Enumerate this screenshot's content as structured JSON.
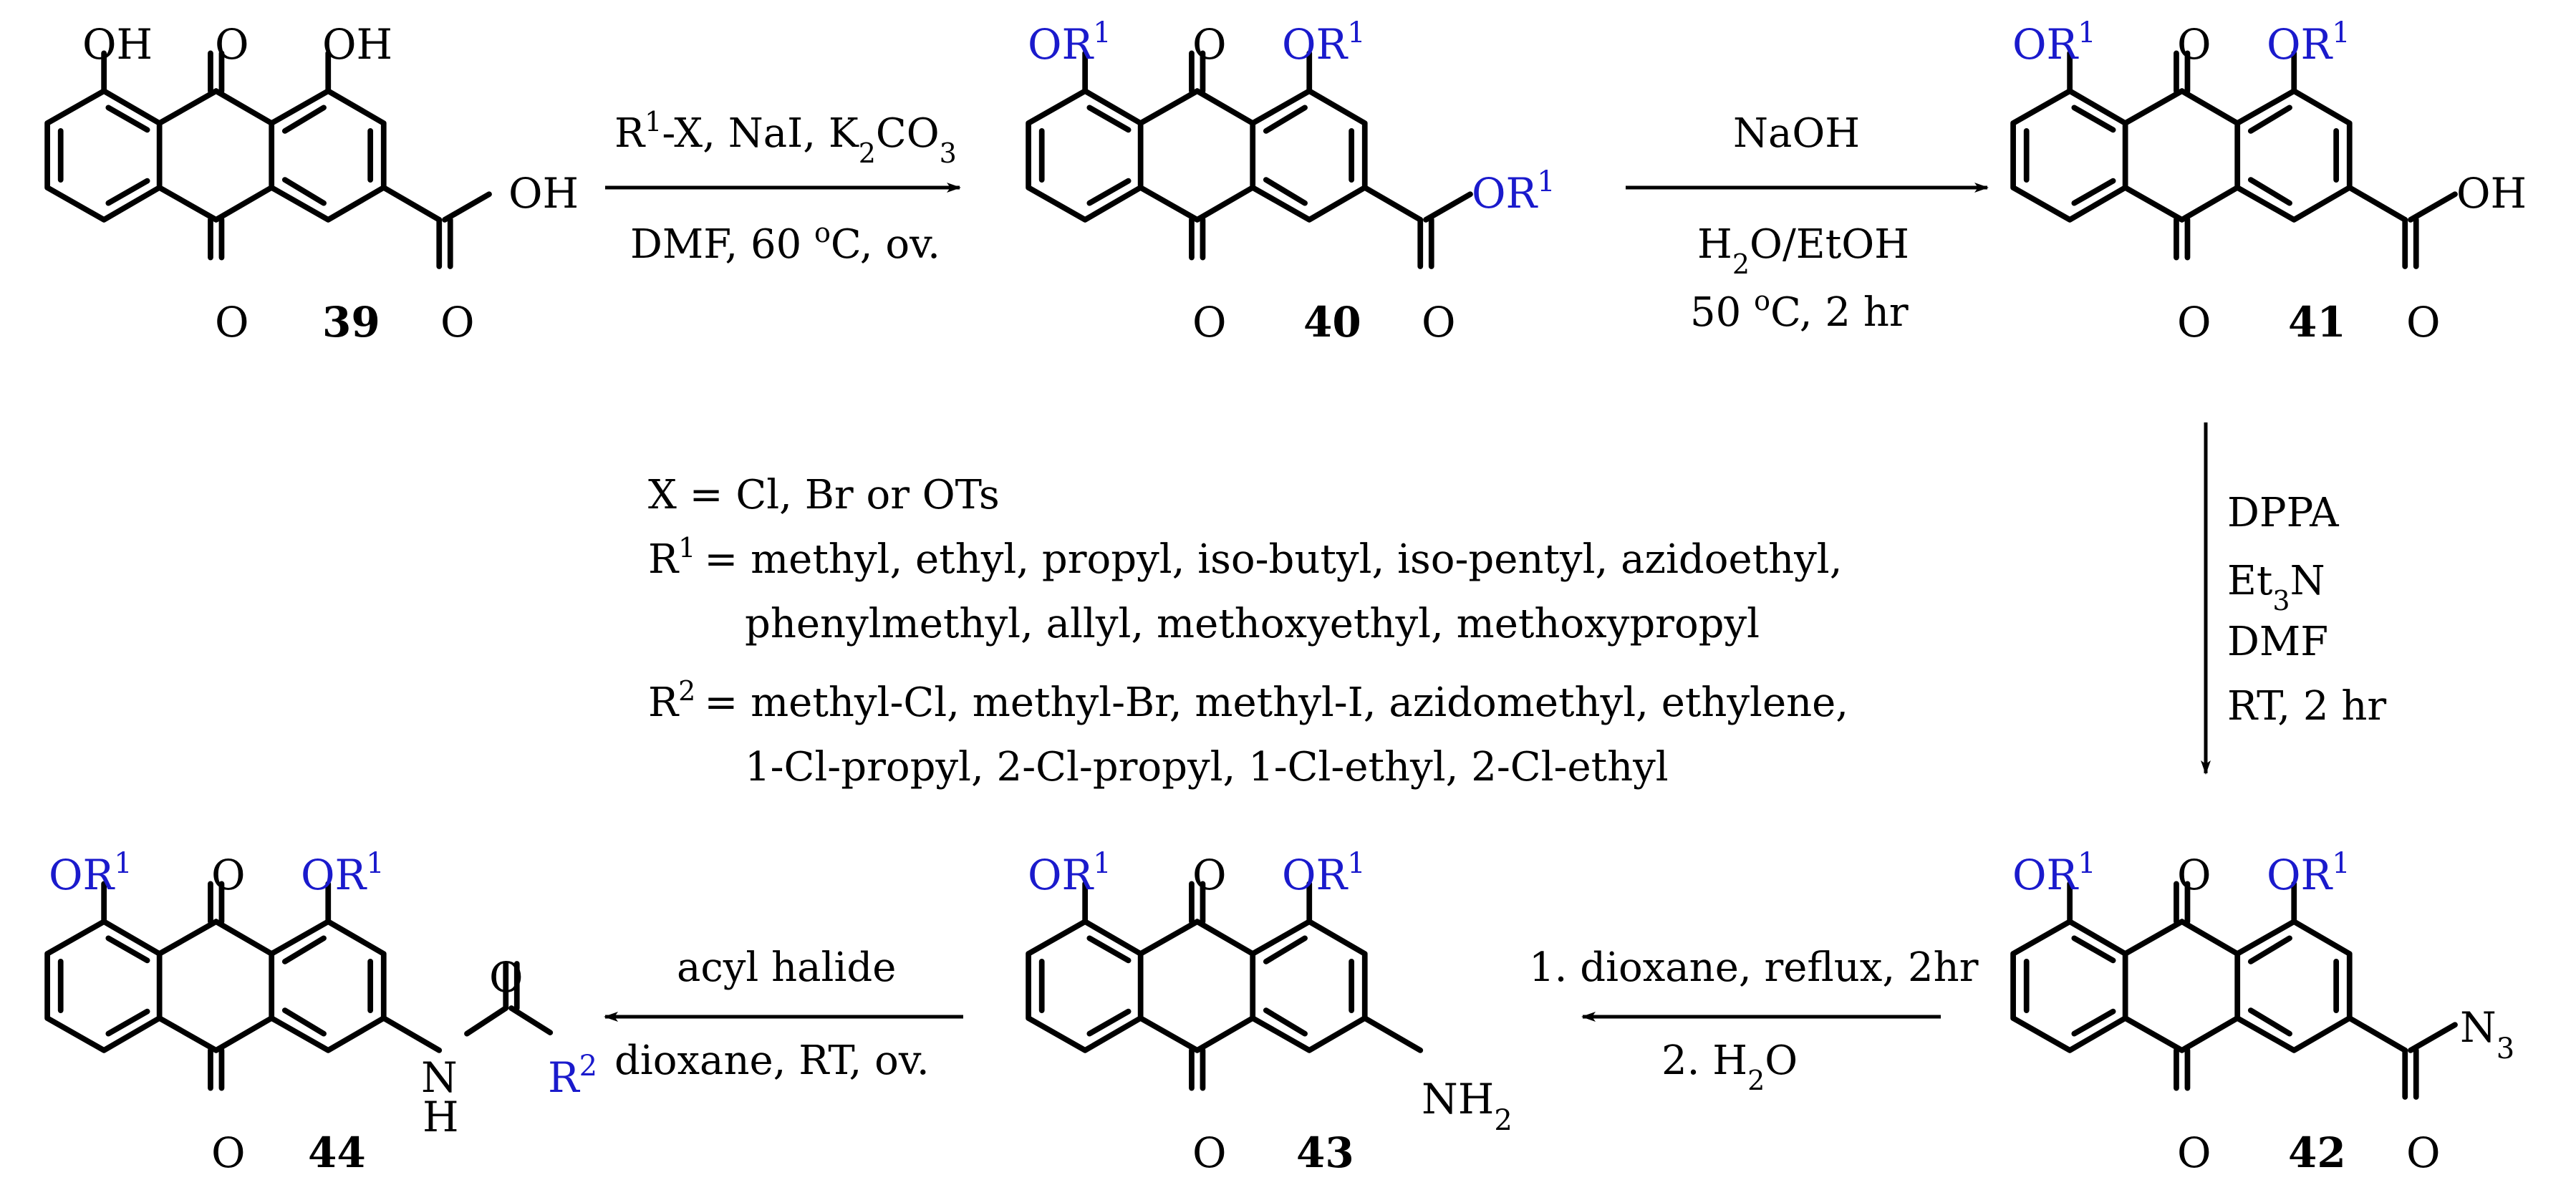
{
  "compounds": {
    "c39": {
      "number": "39",
      "top_left": "OH",
      "top_right": "OH",
      "carbonyl_top": "O",
      "carbonyl_bottom": "O",
      "tail": "OH",
      "tail_o": "O"
    },
    "c40": {
      "number": "40",
      "top_left": "OR",
      "top_right": "OR",
      "sup": "1",
      "carbonyl_top": "O",
      "carbonyl_bottom": "O",
      "tail": "OR",
      "tail_o": "O"
    },
    "c41": {
      "number": "41",
      "top_left": "OR",
      "top_right": "OR",
      "sup": "1",
      "carbonyl_top": "O",
      "carbonyl_bottom": "O",
      "tail": "OH",
      "tail_o": "O"
    },
    "c42": {
      "number": "42",
      "top_left": "OR",
      "top_right": "OR",
      "sup": "1",
      "carbonyl_top": "O",
      "carbonyl_bottom": "O",
      "tail": "N",
      "tail_sub": "3",
      "tail_o": "O"
    },
    "c43": {
      "number": "43",
      "top_left": "OR",
      "top_right": "OR",
      "sup": "1",
      "carbonyl_top": "O",
      "carbonyl_bottom": "O",
      "tail": "NH",
      "tail_sub": "2"
    },
    "c44": {
      "number": "44",
      "top_left": "OR",
      "top_right": "OR",
      "sup": "1",
      "carbonyl_top": "O",
      "carbonyl_bottom": "O",
      "nh": "N",
      "h": "H",
      "amide_o": "O",
      "r2": "R",
      "r2_sup": "2"
    }
  },
  "arrows": {
    "a1": {
      "above_r": "R",
      "above_sup": "1",
      "above_rest": "-X, NaI, K",
      "above_sub": "2",
      "above_tail": "CO",
      "above_sub2": "3",
      "below": "DMF, 60 ",
      "below_sup": "o",
      "below_rest": "C, ov."
    },
    "a2": {
      "above": "NaOH",
      "below1_a": "H",
      "below1_sub": "2",
      "below1_b": "O/EtOH",
      "below2_a": "50 ",
      "below2_sup": "o",
      "below2_b": "C, 2 hr"
    },
    "a3": {
      "l1": "DPPA",
      "l2_a": "Et",
      "l2_sub": "3",
      "l2_b": "N",
      "l3": "DMF",
      "l4": "RT, 2 hr"
    },
    "a4": {
      "above": "1. dioxane, reflux, 2hr",
      "below_a": "2. H",
      "below_sub": "2",
      "below_b": "O"
    },
    "a5": {
      "above": "acyl halide",
      "below": "dioxane, RT, ov."
    }
  },
  "legend": {
    "x_line": "X = Cl, Br or OTs",
    "r1_label": "R",
    "r1_sup": "1",
    "r1_line1": "= methyl, ethyl, propyl, iso-butyl, iso-pentyl, azidoethyl,",
    "r1_line2": "phenylmethyl, allyl, methoxyethyl, methoxypropyl",
    "r2_label": "R",
    "r2_sup": "2",
    "r2_line1": "= methyl-Cl, methyl-Br, methyl-I, azidomethyl, ethylene,",
    "r2_line2": "1-Cl-propyl, 2-Cl-propyl, 1-Cl-ethyl, 2-Cl-ethyl"
  }
}
